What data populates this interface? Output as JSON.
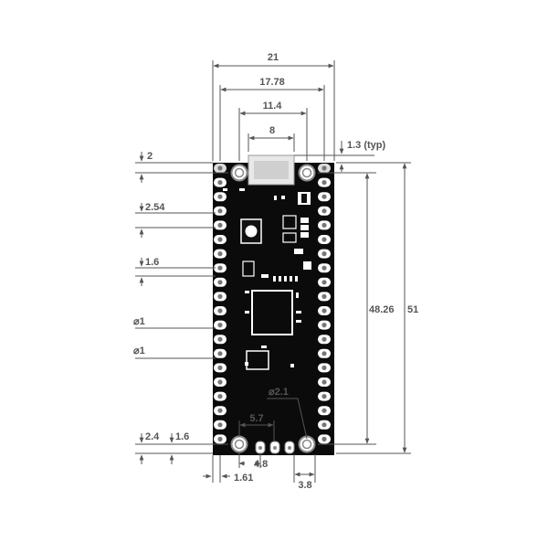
{
  "dimensions": {
    "board_width": "21",
    "pin_row_span": "17.78",
    "hole_spacing_upper": "11.4",
    "usb_width": "8",
    "usb_overhang": "1.3 (typ)",
    "top_edge_to_hole": "2",
    "pin_pitch": "2.54",
    "pad_width": "1.6",
    "hole_diameter_a": "⌀1",
    "hole_diameter_b": "⌀1",
    "mount_hole_diameter": "⌀2.1",
    "mount_hole_spacing": "5.7",
    "bottom_offset_2_4": "2.4",
    "bottom_offset_1_6": "1.6",
    "debug_offset": "4.8",
    "edge_offset": "1.61",
    "right_offset": "3.8",
    "pin_row_length": "48.26",
    "board_length": "51"
  },
  "colors": {
    "board": "#0b0b0b",
    "pad": "#ffffff",
    "dimension_line": "#555555"
  }
}
